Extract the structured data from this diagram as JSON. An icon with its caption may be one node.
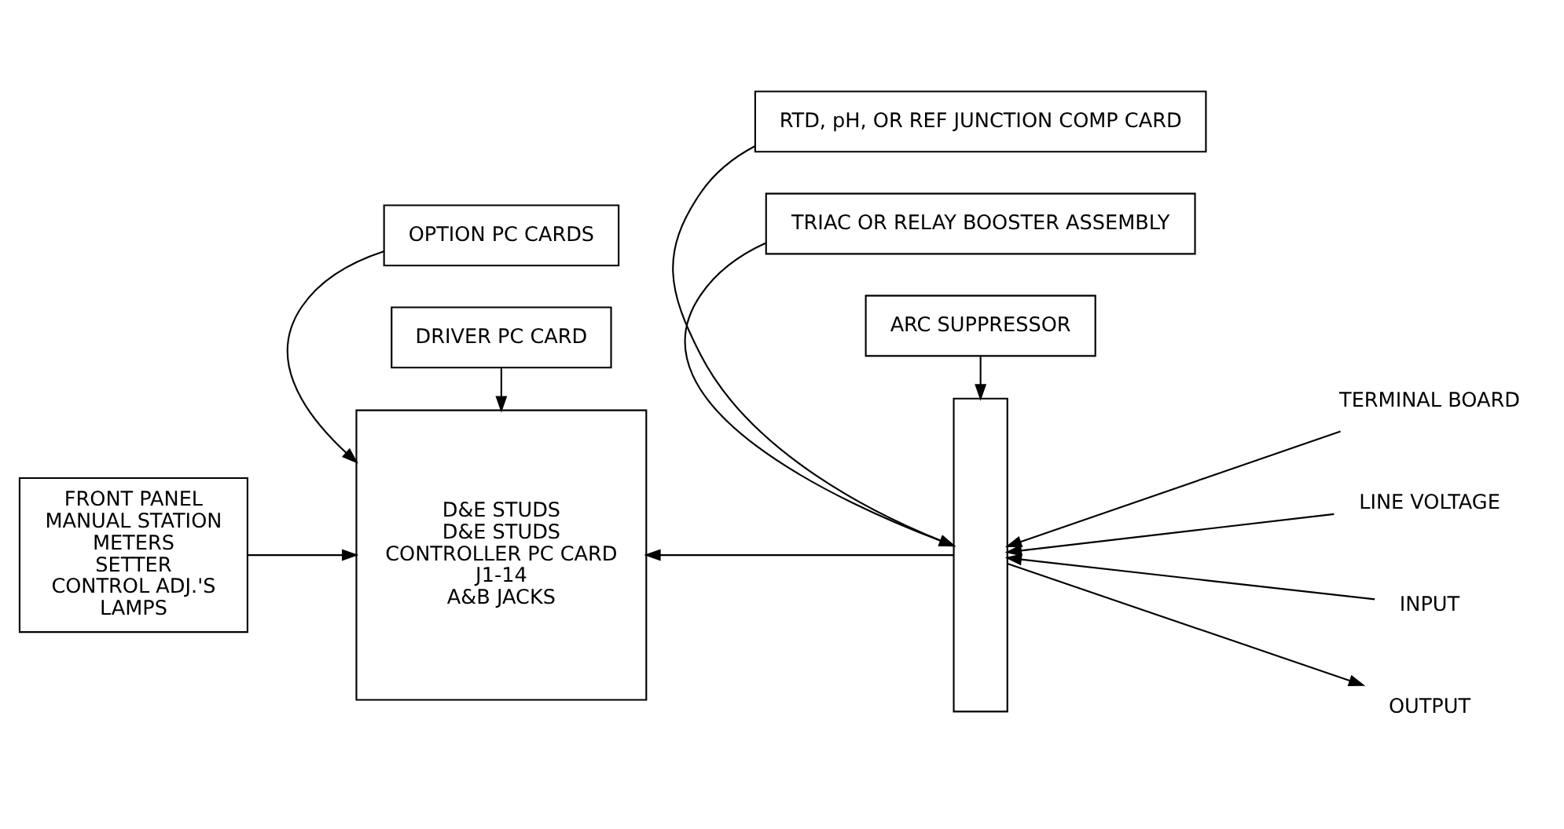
{
  "diagram": {
    "nodes": [
      {
        "text": [
          "OPTION PC CARDS"
        ]
      },
      {
        "text": [
          "RTD, pH, OR REF JUNCTION COMP CARD"
        ]
      },
      {
        "text": [
          "FRONT PANEL",
          "MANUAL STATION",
          "METERS",
          "SETTER",
          "CONTROL ADJ.'S",
          "LAMPS"
        ]
      },
      {
        "text": [
          "D&E STUDS",
          "D&E STUDS",
          "CONTROLLER PC CARD",
          "J1-14",
          "A&B JACKS"
        ]
      },
      {
        "text": [],
        "shape": "bar"
      },
      {
        "text": [
          "TERMINAL BOARD"
        ]
      },
      {
        "text": [
          "LINE VOLTAGE"
        ]
      },
      {
        "text": [
          "INPUT"
        ]
      },
      {
        "text": [
          "OUTPUT"
        ]
      },
      {
        "text": [
          "DRIVER PC CARD"
        ]
      },
      {
        "text": [
          "TRIAC OR RELAY BOOSTER ASSEMBLY"
        ]
      },
      {
        "text": [
          "ARC SUPPRESSOR"
        ]
      }
    ],
    "edges": [
      {
        "from": 0,
        "to": 3,
        "arrow": "to"
      },
      {
        "from": 2,
        "to": 3,
        "arrow": "to"
      },
      {
        "from": 1,
        "to": 4,
        "arrow": "to"
      },
      {
        "from": 4,
        "to": 3,
        "arrow": "to"
      },
      {
        "from": 5,
        "to": 4,
        "arrow": "to"
      },
      {
        "from": 6,
        "to": 4,
        "arrow": "to"
      },
      {
        "from": 7,
        "to": 4,
        "arrow": "to"
      },
      {
        "from": 4,
        "to": 8,
        "arrow": "to"
      },
      {
        "from": 9,
        "to": 3,
        "arrow": "to"
      },
      {
        "from": 10,
        "to": 4,
        "arrow": "to"
      },
      {
        "from": 11,
        "to": 4,
        "arrow": "to"
      }
    ]
  }
}
